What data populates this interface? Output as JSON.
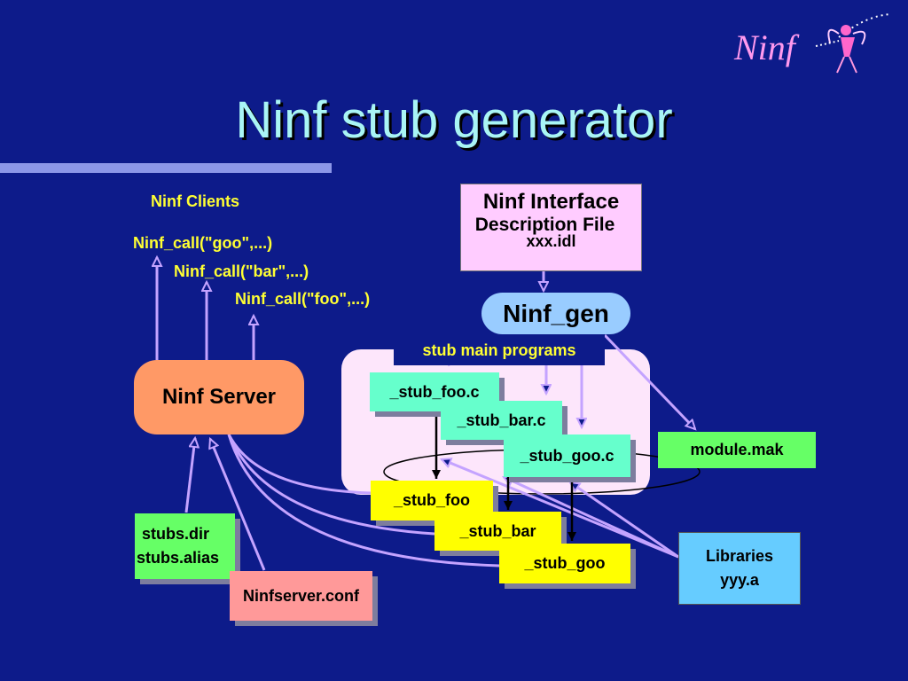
{
  "title": "Ninf stub generator",
  "logo_text": "Ninf",
  "clients": {
    "heading": "Ninf Clients",
    "calls": [
      "Ninf_call(\"goo\",...)",
      "Ninf_call(\"bar\",...)",
      "Ninf_call(\"foo\",...)"
    ]
  },
  "server": {
    "label": "Ninf Server"
  },
  "interface_file": {
    "line1": "Ninf Interface",
    "line2": "Description File",
    "line3": "xxx.idl"
  },
  "generator": {
    "label": "Ninf_gen"
  },
  "stub_main": {
    "label": "stub main programs"
  },
  "sources": [
    "_stub_foo.c",
    "_stub_bar.c",
    "_stub_goo.c"
  ],
  "binaries": [
    "_stub_foo",
    "_stub_bar",
    "_stub_goo"
  ],
  "makefile": {
    "label": "module.mak"
  },
  "libraries": {
    "line1": "Libraries",
    "line2": "yyy.a"
  },
  "stubs_dir": {
    "line1": "stubs.dir",
    "line2": "stubs.alias"
  },
  "server_conf": {
    "label": "Ninfserver.conf"
  },
  "colors": {
    "background": "#0d1b8a",
    "title": "#a9f5f5",
    "arrow": "#c4a3ff",
    "server": "#ff9966",
    "source": "#66ffcc",
    "binary": "#ffff00",
    "interface": "#ffccff",
    "generator": "#99ccff",
    "makefile": "#66ff66",
    "libraries": "#66ccff",
    "stubs_dir": "#66ff66",
    "server_conf": "#ff9999"
  }
}
